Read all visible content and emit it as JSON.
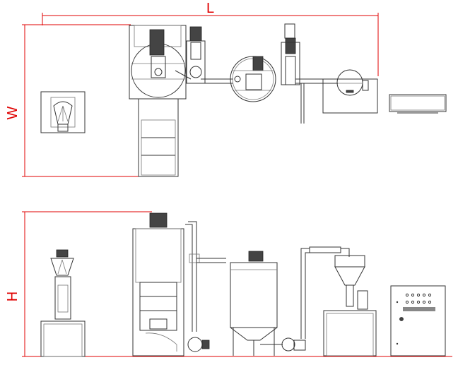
{
  "dimensions": {
    "length_label": "L",
    "width_label": "W",
    "height_label": "H"
  },
  "colors": {
    "dimension": "#e00000",
    "line": "#333333"
  },
  "views": [
    "top-view",
    "front-view"
  ]
}
